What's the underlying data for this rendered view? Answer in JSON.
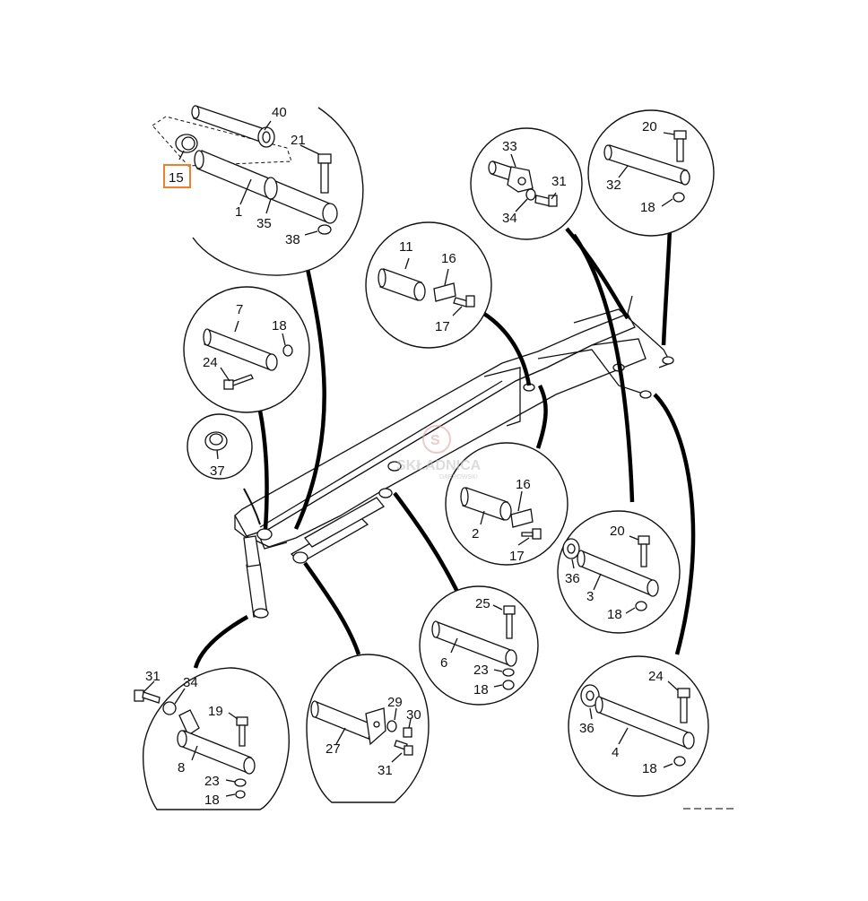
{
  "highlight_color": "#f07f2a",
  "labels": {
    "40": "40",
    "15": "15",
    "21": "21",
    "1": "1",
    "35": "35",
    "38": "38",
    "33": "33",
    "31a": "31",
    "34a": "34",
    "20a": "20",
    "32": "32",
    "18a": "18",
    "11": "11",
    "16a": "16",
    "17a": "17",
    "7": "7",
    "18b": "18",
    "24a": "24",
    "37": "37",
    "16b": "16",
    "2": "2",
    "17b": "17",
    "20b": "20",
    "36a": "36",
    "3": "3",
    "18c": "18",
    "25": "25",
    "6": "6",
    "23a": "23",
    "18d": "18",
    "24b": "24",
    "36b": "36",
    "4": "4",
    "18e": "18",
    "31b": "31",
    "34b": "34",
    "19": "19",
    "8": "8",
    "23b": "23",
    "18f": "18",
    "29": "29",
    "30": "30",
    "27": "27",
    "31c": "31"
  },
  "watermark": {
    "title": "SKŁADNICA",
    "subtitle": "DĄBROWSKI"
  }
}
